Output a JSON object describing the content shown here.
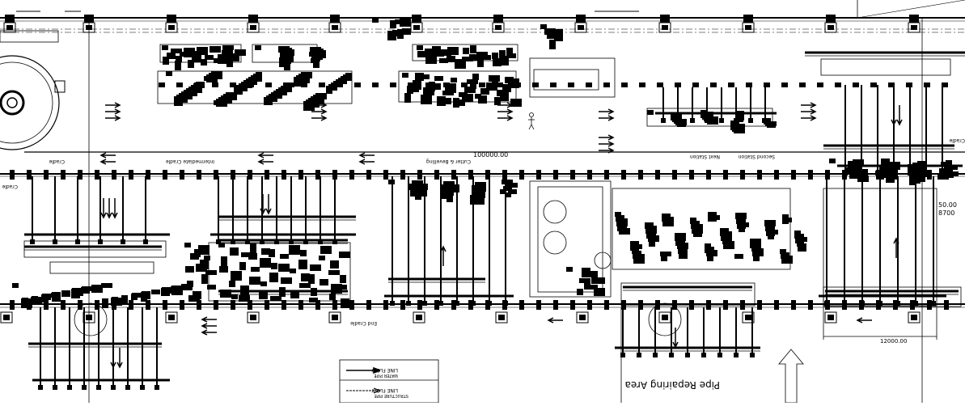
{
  "drawing": {
    "dimension_top": "100000.00",
    "dimension_bottom": "12000.00",
    "dimension_right_1": "50.00",
    "dimension_right_2": "8700",
    "area_label": "Pipe Repairing Area",
    "labels": {
      "upper_left": "Cradle",
      "intermediate": "Intermediate Cradle",
      "cutter": "Cutter & Bevelling",
      "next": "Next Station",
      "second": "Second Station",
      "end": "End Cradle",
      "left_edge": "Cradle",
      "far_right": "Cradle"
    },
    "legend": {
      "row1_title": "LINE FLOW",
      "row1_sub": "WATER PIPE",
      "row2_title": "LINE FLOW",
      "row2_sub": "STRUCTURE PIPE"
    }
  }
}
